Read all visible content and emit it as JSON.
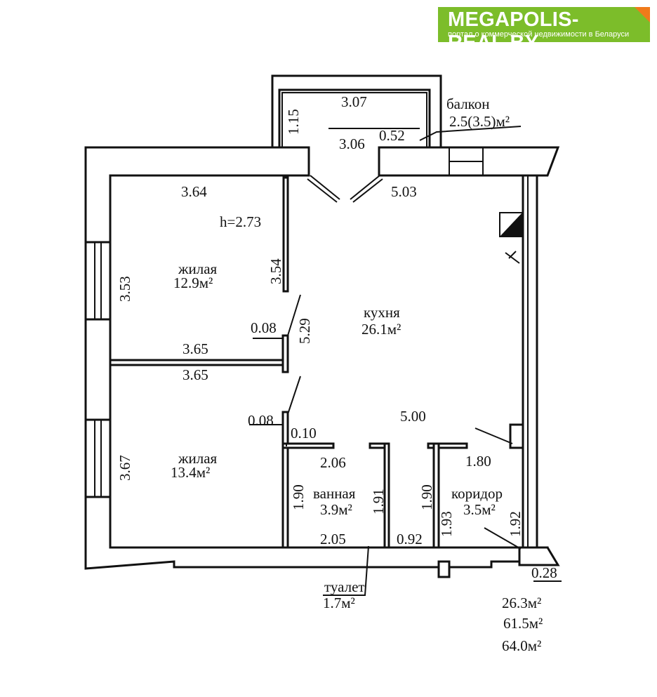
{
  "logo": {
    "title": "MEGAPOLIS-REAL.BY",
    "subtitle": "портал о коммерческой недвижимости в Беларуси",
    "brand_color": "#7cbd2a",
    "accent_color": "#f07a1a"
  },
  "rooms": {
    "balcony": {
      "name": "балкон",
      "area": "2.5(3.5)м²"
    },
    "living1": {
      "name": "жилая",
      "area": "12.9м²"
    },
    "living2": {
      "name": "жилая",
      "area": "13.4м²"
    },
    "kitchen": {
      "name": "кухня",
      "area": "26.1м²"
    },
    "bathroom": {
      "name": "ванная",
      "area": "3.9м²"
    },
    "toilet": {
      "name": "туалет",
      "area": "1.7м²"
    },
    "corridor": {
      "name": "коридор",
      "area": "3.5м²"
    }
  },
  "ceiling_height": "h=2.73",
  "dimensions": {
    "d307": "3.07",
    "d115": "1.15",
    "d306": "3.06",
    "d052": "0.52",
    "d364": "3.64",
    "d503": "5.03",
    "d353": "3.53",
    "d354": "3.54",
    "d008a": "0.08",
    "d529": "5.29",
    "d365a": "3.65",
    "d365b": "3.65",
    "d008b": "0.08",
    "d010": "0.10",
    "d367": "3.67",
    "d500": "5.00",
    "d206": "2.06",
    "d180": "1.80",
    "d190a": "1.90",
    "d191": "1.91",
    "d190b": "1.90",
    "d193": "1.93",
    "d192": "1.92",
    "d205": "2.05",
    "d092": "0.92",
    "d028": "0.28"
  },
  "totals": {
    "living": "26.3м²",
    "total": "61.5м²",
    "total_with_balcony": "64.0м²"
  }
}
